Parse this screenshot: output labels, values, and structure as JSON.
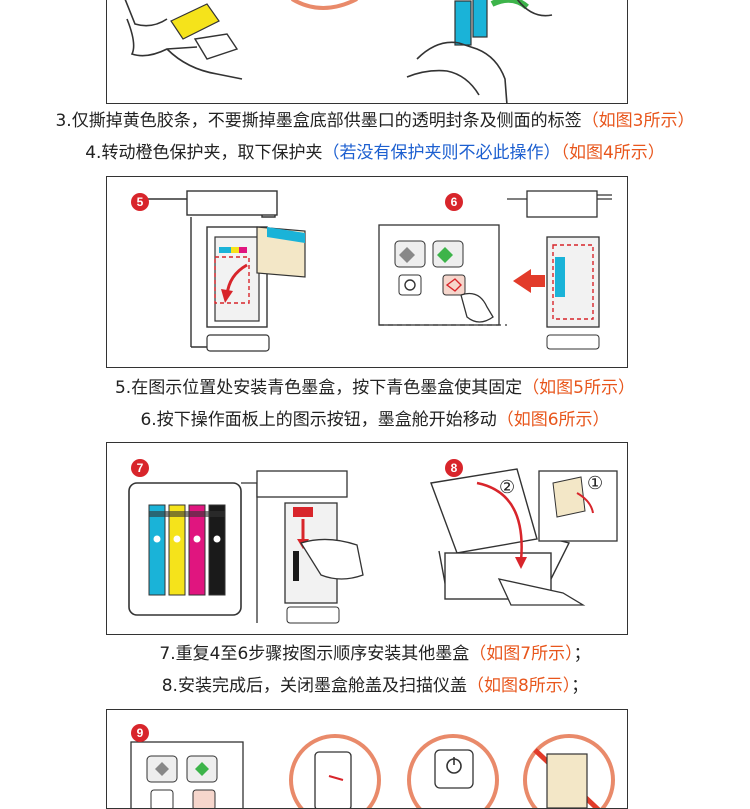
{
  "steps": [
    {
      "main": "3.仅撕掉黄色胶条，不要撕掉墨盒底部供墨口的透明封条及侧面的标签",
      "note": "（如图3所示）"
    },
    {
      "main": "4.转动橙色保护夹，取下保护夹",
      "blue": "（若没有保护夹则不必此操作）",
      "note": "（如图4所示）"
    },
    {
      "main": "5.在图示位置处安装青色墨盒，按下青色墨盒使其固定",
      "note": "（如图5所示）"
    },
    {
      "main": "6.按下操作面板上的图示按钮，墨盒舱开始移动",
      "note": "（如图6所示）"
    },
    {
      "main": "7.重复4至6步骤按图示顺序安装其他墨盒",
      "note": "（如图7所示）",
      "tail": "；"
    },
    {
      "main": "8.安装完成后，关闭墨盒舱盖及扫描仪盖",
      "note": "（如图8所示）",
      "tail": "；"
    }
  ],
  "figures": {
    "fig5": "5",
    "fig6": "6",
    "fig7": "7",
    "fig8": "8",
    "fig9": "9",
    "fig8_step2": "②",
    "fig8_step1": "①"
  },
  "colors": {
    "accent_red": "#d8252b",
    "note_orange": "#e8561c",
    "note_blue": "#1c5fd0",
    "cyan": "#1ab3d8",
    "yellow": "#f5e31b",
    "magenta": "#e0157f",
    "black": "#1a1a1a"
  }
}
